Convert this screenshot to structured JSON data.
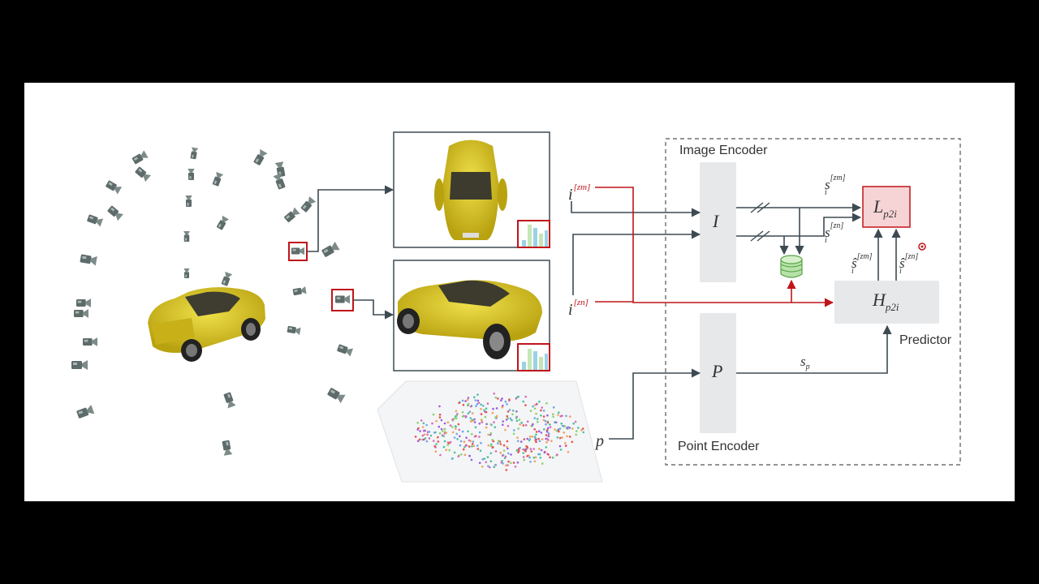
{
  "labels": {
    "image_encoder": "Image Encoder",
    "point_encoder": "Point Encoder",
    "predictor": "Predictor"
  },
  "symbols": {
    "image_enc": "I",
    "point_enc": "P",
    "loss_main": "L",
    "loss_sub": "p2i",
    "pred_main": "H",
    "pred_sub": "p2i",
    "input_img": "i",
    "input_point": "p",
    "zm": "[zm]",
    "zn": "[zn]",
    "s": "s",
    "s_hat": "ŝ",
    "s_sub_i": "i",
    "s_sub_p": "p"
  },
  "icons": [
    "camera-icon",
    "car-render",
    "histogram-icon",
    "database-icon",
    "point-cloud"
  ],
  "colors": {
    "accent_red": "#c0151a",
    "loss_fill": "#f6d3d4",
    "encoder_fill": "#e6e8ea",
    "arrow_gray": "#3d4a52",
    "database_green": "#7cc46a",
    "car_yellow": "#d8c21a"
  }
}
